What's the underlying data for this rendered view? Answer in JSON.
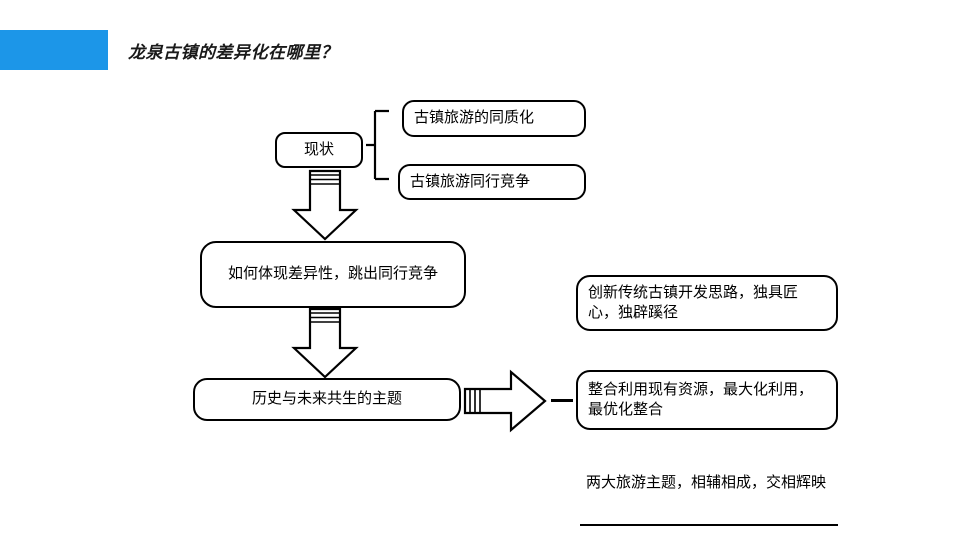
{
  "slide": {
    "title": "龙泉古镇的差异化在哪里？",
    "accent_color": "#1C96E8",
    "line_color": "#000000",
    "background_color": "#FFFFFF"
  },
  "diagram": {
    "type": "flowchart",
    "nodes": {
      "status": "现状",
      "homogenization": "古镇旅游的同质化",
      "competition": "古镇旅游同行竞争",
      "question": "如何体现差异性，跳出同行竞争",
      "theme": "历史与未来共生的主题",
      "outcome_1": "创新传统古镇开发思路，独具匠心，独辟蹊径",
      "outcome_2": "整合利用现有资源，最大化利用，最优化整合",
      "outcome_3": "两大旅游主题，相辅相成，交相辉映"
    },
    "connectors": {
      "brace_label": "brace-connector",
      "arrow_1_label": "down-block-arrow",
      "arrow_2_label": "down-block-arrow",
      "arrow_3_label": "right-block-arrow",
      "dash_label": "dash-connector"
    }
  }
}
